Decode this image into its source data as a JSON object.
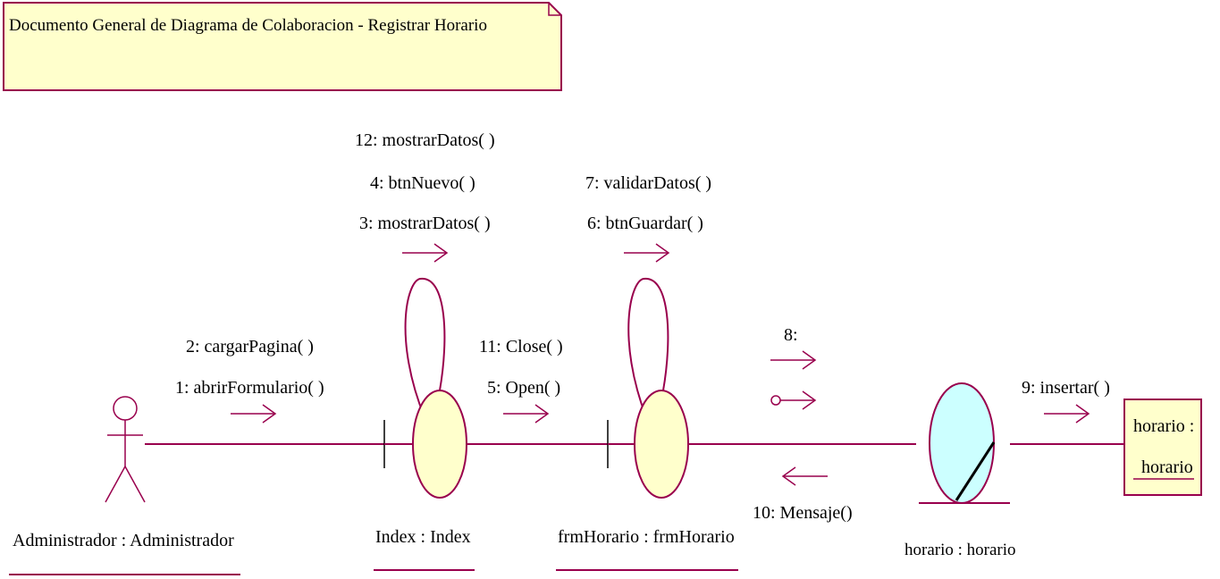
{
  "note": {
    "text": "Documento General de Diagrama de Colaboracion - Registrar Horario"
  },
  "objects": {
    "actor": "Administrador : Administrador",
    "index": "Index : Index",
    "form": "frmHorario : frmHorario",
    "entity": "horario : horario",
    "table_line1": "horario :",
    "table_line2": "horario"
  },
  "messages": {
    "index_self": [
      "12: mostrarDatos( )",
      "4: btnNuevo( )",
      "3: mostrarDatos( )"
    ],
    "form_self": [
      "7: validarDatos( )",
      "6: btnGuardar( )"
    ],
    "actor_to_index": [
      "2: cargarPagina( )",
      "1: abrirFormulario( )"
    ],
    "index_to_form": [
      "11: Close( )",
      "5: Open( )"
    ],
    "form_to_entity": "8:",
    "entity_to_form": "10: Mensaje()",
    "entity_to_table": "9: insertar( )"
  },
  "colors": {
    "line": "#99004d",
    "note_fill": "#ffffcc",
    "control_fill": "#ffffcc",
    "entity_fill": "#ccffff"
  }
}
